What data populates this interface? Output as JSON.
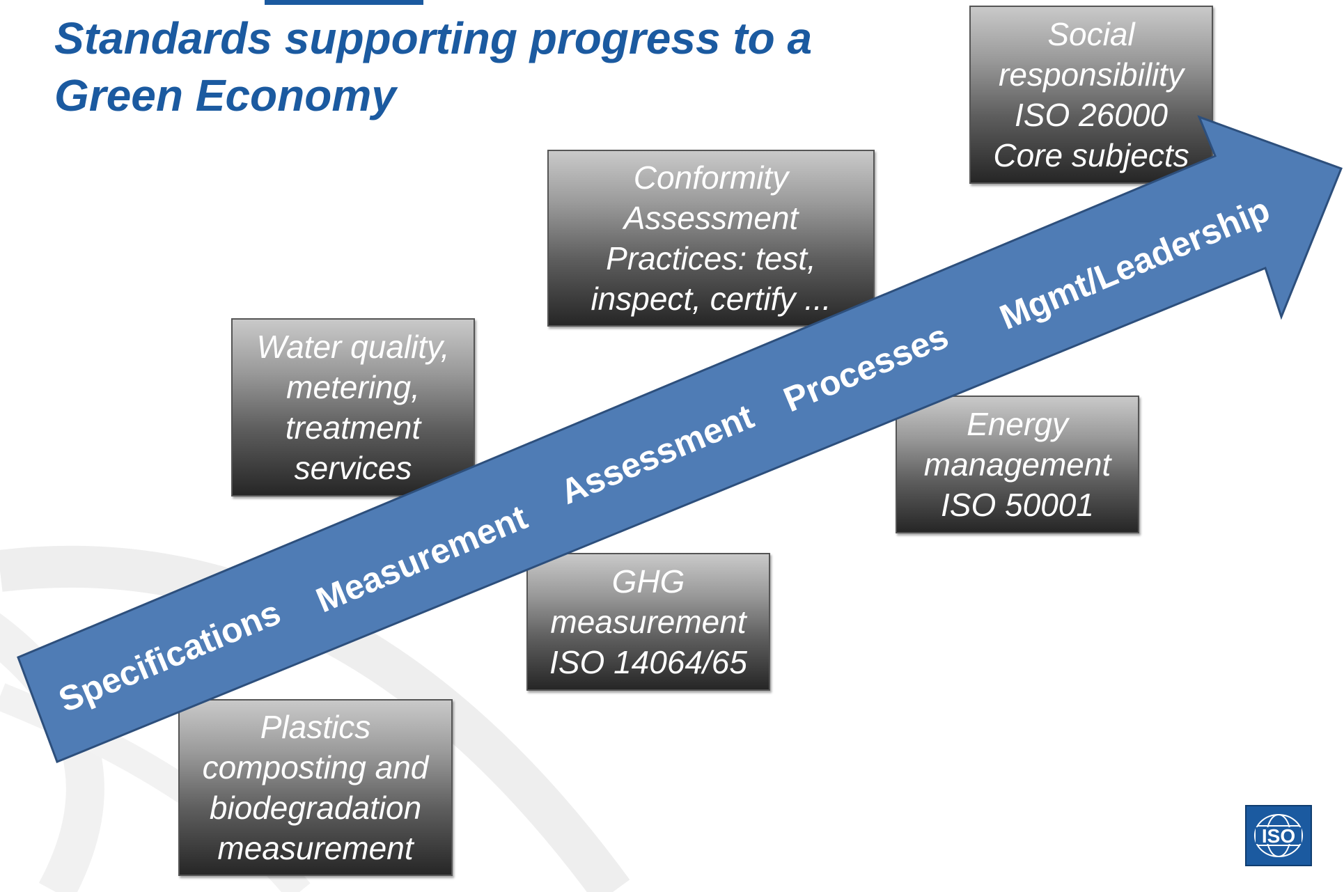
{
  "title": {
    "line1": "Standards supporting progress to a",
    "line2": "Green Economy"
  },
  "boxes": {
    "social": [
      "Social",
      "responsibility",
      "ISO 26000",
      "Core subjects"
    ],
    "conformity": [
      "Conformity",
      "Assessment",
      "Practices: test,",
      "inspect, certify ..."
    ],
    "water": [
      "Water quality,",
      "metering,",
      "treatment",
      "services"
    ],
    "energy": [
      "Energy",
      "management",
      "ISO 50001"
    ],
    "ghg": [
      "GHG",
      "measurement",
      "ISO 14064/65"
    ],
    "plastics": [
      "Plastics",
      "composting and",
      "biodegradation",
      "measurement"
    ]
  },
  "arrow_labels": [
    "Specifications",
    "Measurement",
    "Assessment",
    "Processes",
    "Mgmt/Leadership"
  ],
  "logo_text": "ISO",
  "colors": {
    "title": "#1b5aa0",
    "arrow_fill": "#4f7cb5",
    "arrow_stroke": "#2d4f7c",
    "box_text": "#ffffff"
  }
}
